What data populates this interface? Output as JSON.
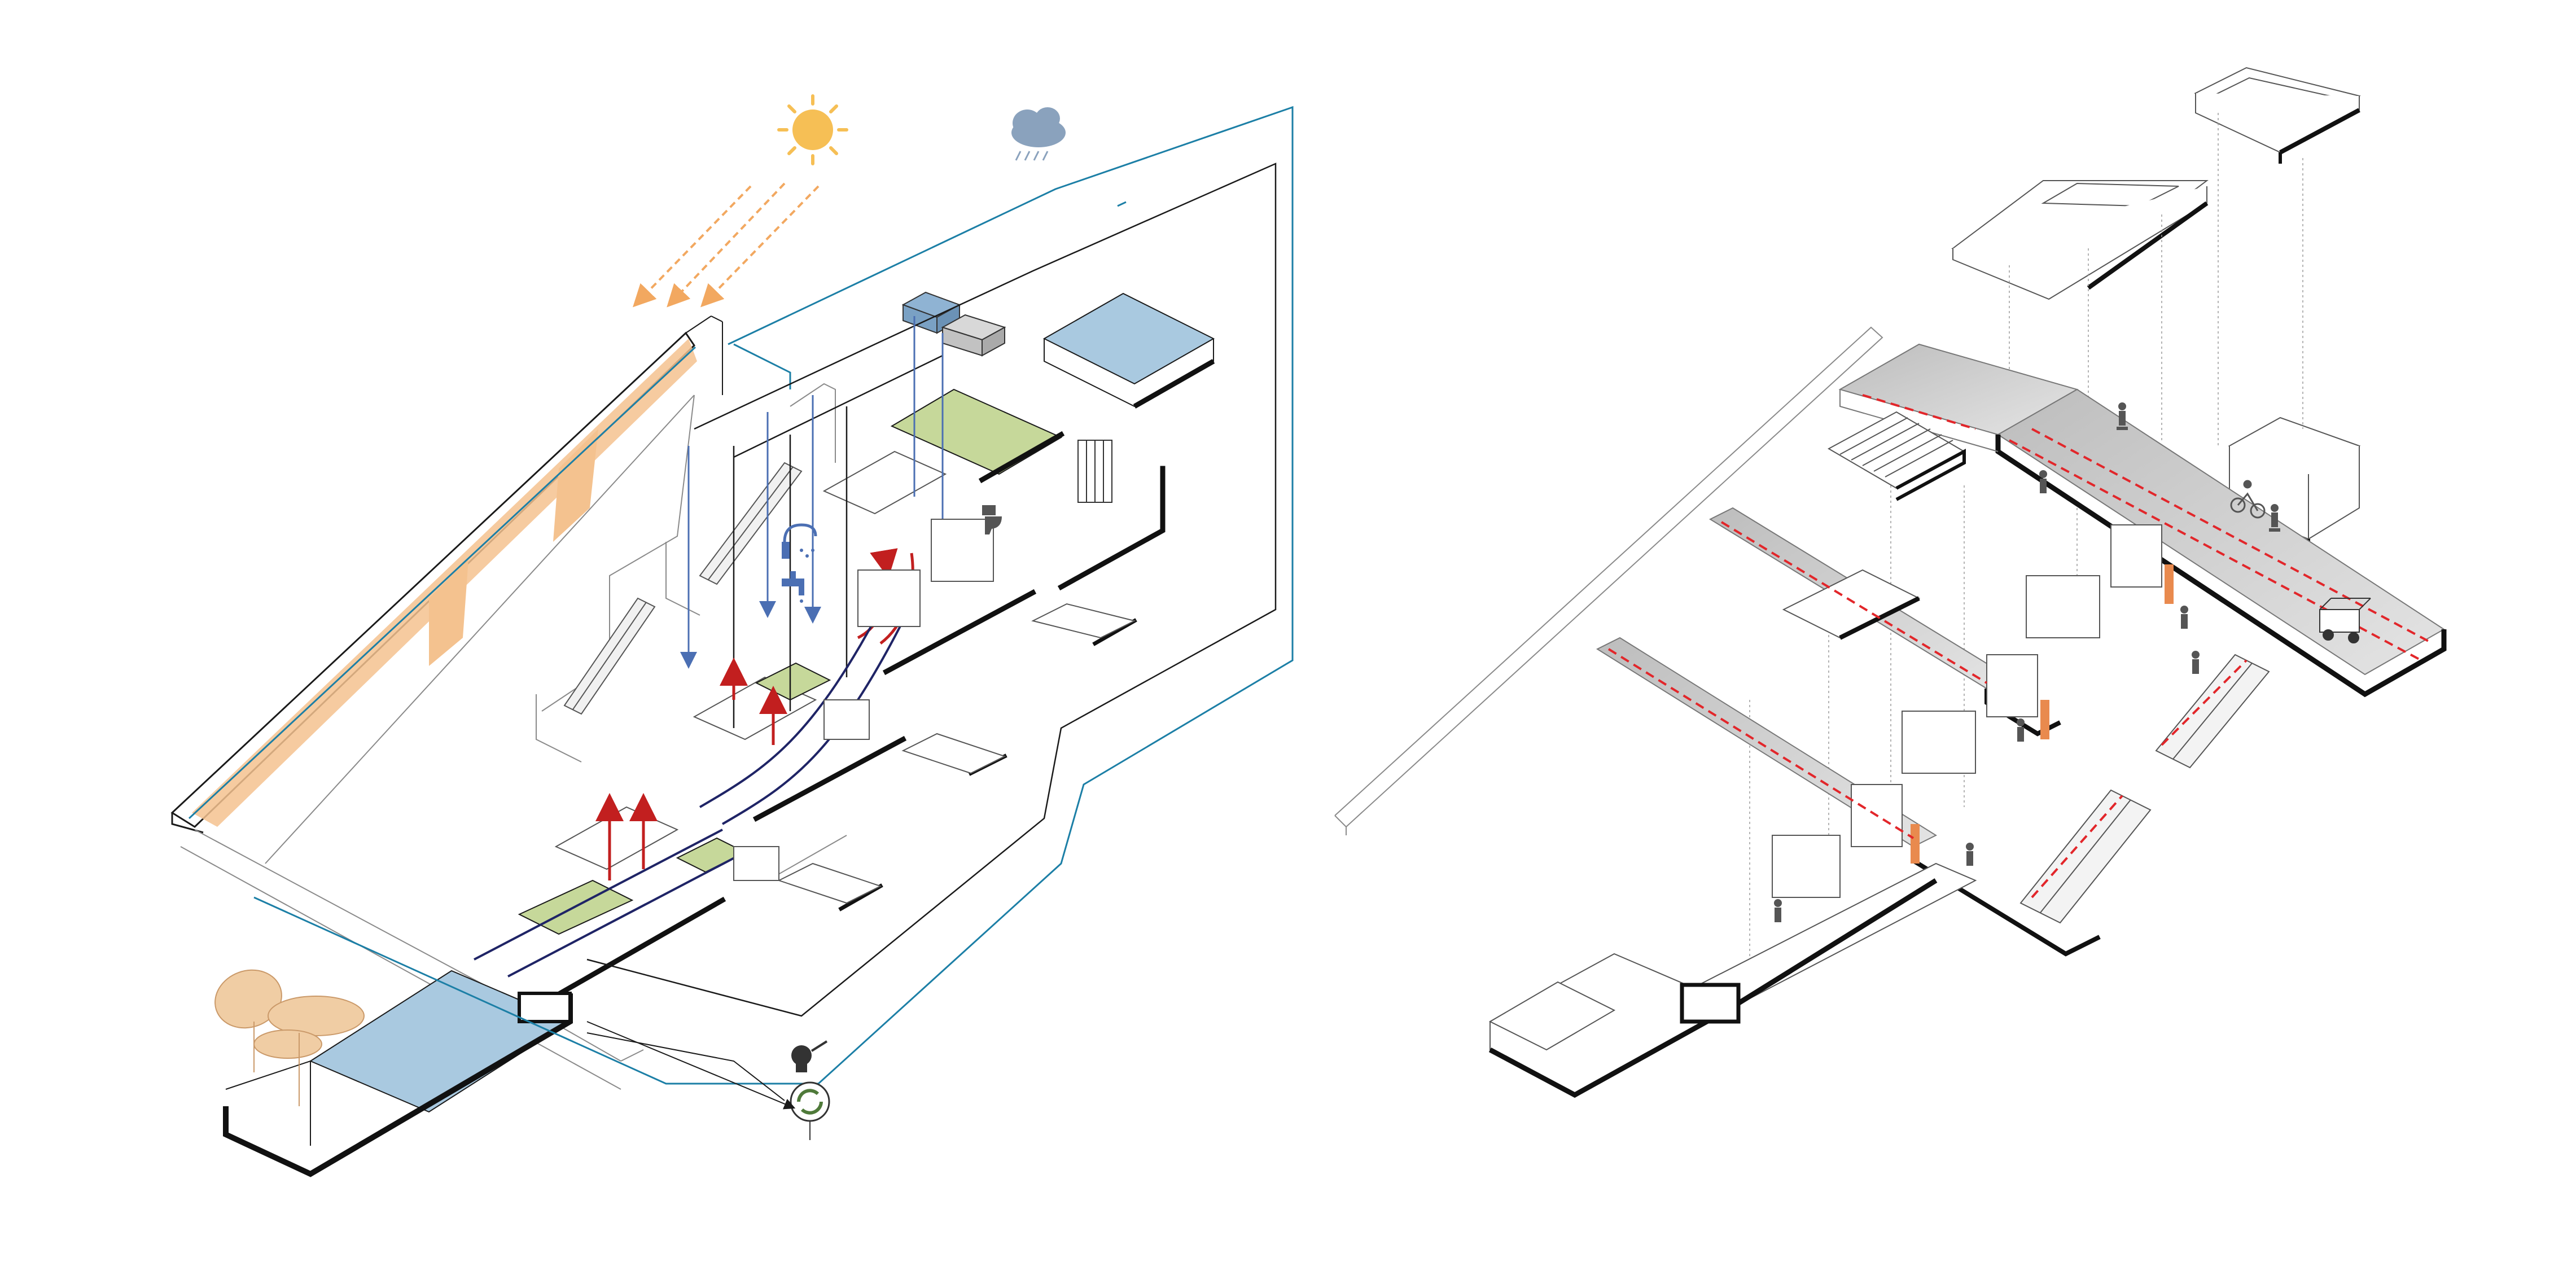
{
  "diagram": {
    "left_panel": {
      "theme": "environmental-systems",
      "icons": [
        "sun-icon",
        "rain-cloud-icon",
        "shower-icon",
        "faucet-icon",
        "toilet-icon",
        "watering-can-icon",
        "recycle-icon"
      ]
    },
    "right_panel": {
      "theme": "circulation-flows",
      "figures": [
        "pedestrian",
        "segway-rider",
        "cyclist",
        "cart"
      ]
    },
    "colors": {
      "line": "#1a1a1a",
      "thin_line": "#8a8a8a",
      "water_blue": "#1c7fa6",
      "pipe_blue": "#4b6fb3",
      "heat_red": "#c21f1f",
      "pipe_navy": "#1f2466",
      "solar_orange": "#f2b77a",
      "pool_blue": "#a9c9e0",
      "green_roof": "#c6d89a",
      "door_orange": "#e98a4e",
      "path_red": "#e2262a",
      "floor_gray": "#c9c9c9"
    }
  }
}
